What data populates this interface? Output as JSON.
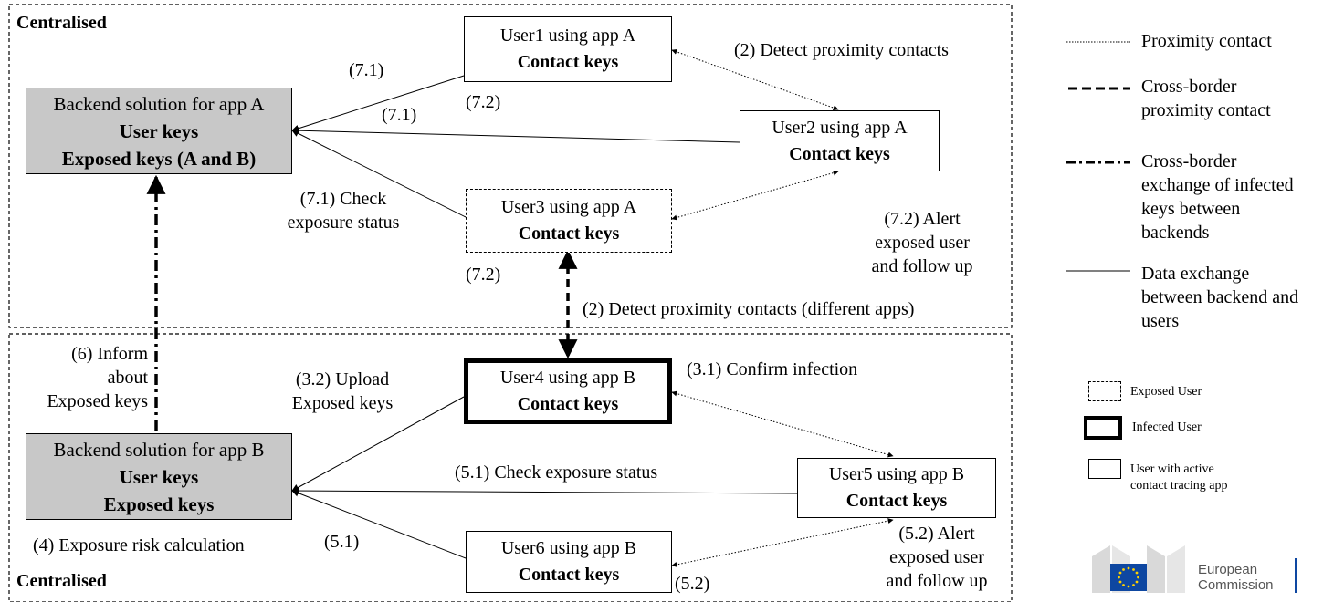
{
  "regions": {
    "top_label": "Centralised",
    "bottom_label": "Centralised"
  },
  "backends": {
    "a": {
      "title": "Backend solution for app A",
      "line2": "User keys",
      "line3": "Exposed keys (A and B)"
    },
    "b": {
      "title": "Backend solution for app B",
      "line2": "User keys",
      "line3": "Exposed keys"
    }
  },
  "users": {
    "u1": {
      "title": "User1 using app A",
      "keys": "Contact keys"
    },
    "u2": {
      "title": "User2 using app A",
      "keys": "Contact keys"
    },
    "u3": {
      "title": "User3 using app A",
      "keys": "Contact keys"
    },
    "u4": {
      "title": "User4 using app B",
      "keys": "Contact keys"
    },
    "u5": {
      "title": "User5 using app B",
      "keys": "Contact keys"
    },
    "u6": {
      "title": "User6 using app B",
      "keys": "Contact keys"
    }
  },
  "labels": {
    "l71_a": "(7.1)",
    "l71_b": "(7.1)",
    "l71_check_1": "(7.1) Check",
    "l71_check_2": "exposure status",
    "l72_a": "(7.2)",
    "l72_b": "(7.2)",
    "l72_alert_1": "(7.2) Alert",
    "l72_alert_2": "exposed user",
    "l72_alert_3": "and follow up",
    "detect": "(2) Detect proximity contacts",
    "detect_diff": "(2) Detect proximity contacts (different apps)",
    "inform_1": "(6) Inform",
    "inform_2": "about",
    "inform_3": "Exposed keys",
    "upload_1": "(3.2) Upload",
    "upload_2": "Exposed keys",
    "confirm": "(3.1) Confirm infection",
    "check51": "(5.1) Check exposure status",
    "l51": "(5.1)",
    "risk": "(4) Exposure risk calculation",
    "alert52_1": "(5.2) Alert",
    "alert52_2": "exposed user",
    "alert52_3": "and follow up",
    "l52": "(5.2)"
  },
  "legend": {
    "proximity": "Proximity contact",
    "cross_border_1": "Cross-border",
    "cross_border_2": "proximity contact",
    "exchange_1": "Cross-border",
    "exchange_2": "exchange of infected",
    "exchange_3": "keys between",
    "exchange_4": "backends",
    "data_1": "Data exchange",
    "data_2": "between backend and",
    "data_3": "users",
    "exposed_user": "Exposed User",
    "infected_user": "Infected User",
    "active_user_1": "User with active",
    "active_user_2": "contact tracing app"
  },
  "logo": {
    "line1": "European",
    "line2": "Commission"
  }
}
